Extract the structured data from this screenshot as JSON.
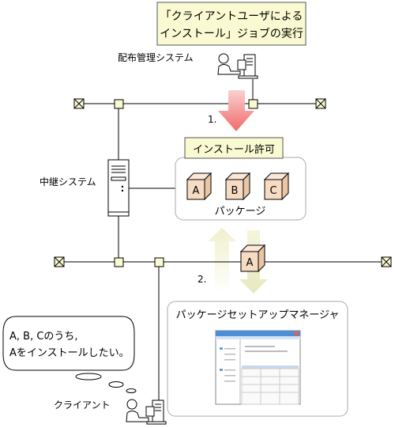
{
  "title_box": {
    "line1": "「クライアントユーザによる",
    "line2": "インストール」ジョブの実行"
  },
  "distribution_system_label": "配布管理システム",
  "relay_system_label": "中継システム",
  "client_label": "クライアント",
  "install_permission_label": "インストール許可",
  "package_label": "パッケージ",
  "packages": [
    "A",
    "B",
    "C"
  ],
  "moving_package": "A",
  "step1": "1.",
  "step2": "2.",
  "speech": {
    "line1": "A, B, Cのうち,",
    "line2": "Aをインストールしたい。"
  },
  "package_setup_manager_label": "パッケージセットアップマネージャ",
  "colors": {
    "title_fill": "#fafad2",
    "arrow_red": "#f08080",
    "arrow_cream": "#f2f2d0",
    "package_fill": "#f7dcc3",
    "window_titlebar": "#4a8fd8"
  }
}
